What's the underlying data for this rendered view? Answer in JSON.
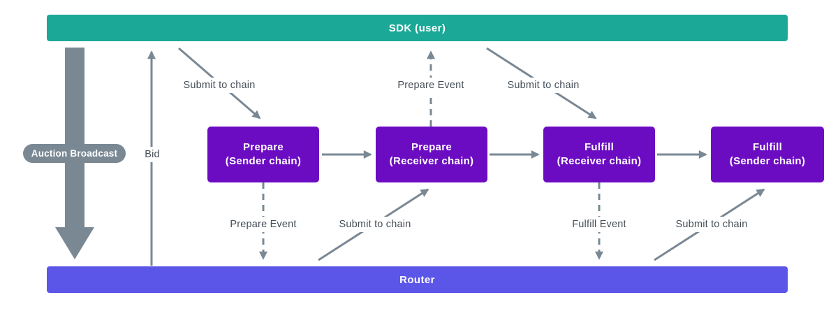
{
  "diagram": {
    "sdk_bar": {
      "label": "SDK (user)"
    },
    "router_bar": {
      "label": "Router"
    },
    "auction_broadcast": {
      "label": "Auction Broadcast"
    },
    "bid": {
      "label": "Bid"
    },
    "boxes": [
      {
        "title": "Prepare",
        "subtitle": "(Sender chain)"
      },
      {
        "title": "Prepare",
        "subtitle": "(Receiver chain)"
      },
      {
        "title": "Fulfill",
        "subtitle": "(Receiver chain)"
      },
      {
        "title": "Fulfill",
        "subtitle": "(Sender chain)"
      }
    ],
    "edge_labels": {
      "submit_to_chain_top_left": "Submit to chain",
      "prepare_event_up": "Prepare Event",
      "submit_to_chain_top_right": "Submit to chain",
      "prepare_event_down": "Prepare Event",
      "submit_to_chain_bottom_left": "Submit to chain",
      "fulfill_event_down": "Fulfill Event",
      "submit_to_chain_bottom_right": "Submit to chain"
    },
    "colors": {
      "sdk_bar": "#1BA897",
      "router_bar": "#5B55E8",
      "process_box": "#6C0CC2",
      "arrow_gray": "#7A8894",
      "label_text": "#454E57",
      "background": "#FFFFFF"
    }
  }
}
